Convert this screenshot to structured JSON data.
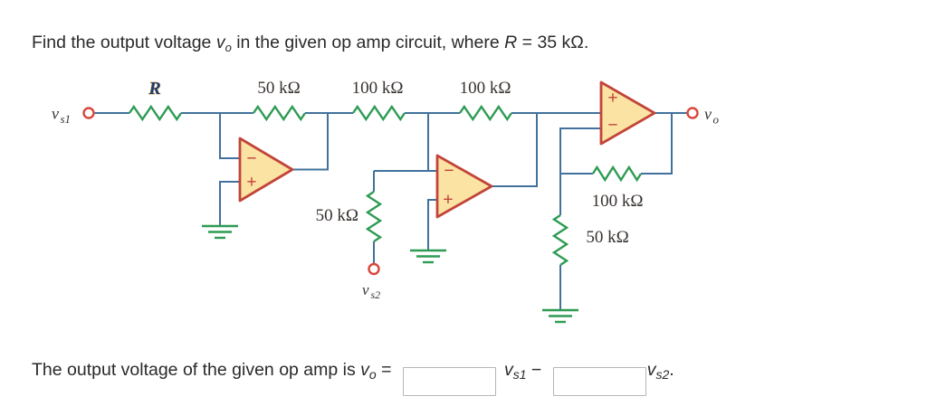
{
  "title": {
    "part1": "Find the output voltage ",
    "v": "v",
    "v_sub": "o",
    "part2": " in the given op amp circuit, where ",
    "r_var": "R",
    "part3": " = 35 kΩ."
  },
  "circuit": {
    "source1": {
      "v": "v",
      "sub": "s1"
    },
    "source2": {
      "v": "v",
      "sub": "s2"
    },
    "output": {
      "v": "v",
      "sub": "o"
    },
    "resistors": {
      "r_input": "R",
      "r_fb1": "50 kΩ",
      "r_in2": "100 kΩ",
      "r_fb2": "100 kΩ",
      "r_vs2": "50 kΩ",
      "r_fb3": "100 kΩ",
      "r_gnd3": "50 kΩ"
    },
    "opamp_plus": "+",
    "opamp_minus": "−",
    "colors": {
      "wire": "#41719C",
      "resistor": "#2E9B53",
      "opamp_fill": "#FBE3A3",
      "opamp_stroke": "#C2443A",
      "terminal": "#D8473B",
      "label": "#37322F",
      "r_variable_fill": "#1B3F77",
      "r_variable_outline": "#F2A33C"
    }
  },
  "answer": {
    "part1": "The output voltage of the given op amp is ",
    "vo_v": "v",
    "vo_sub": "o",
    "equals": " = ",
    "input1_value": "",
    "vs1_v": "v",
    "vs1_sub": "s1",
    "minus": " − ",
    "input2_value": "",
    "vs2_v": "v",
    "vs2_sub": "s2",
    "period": "."
  }
}
